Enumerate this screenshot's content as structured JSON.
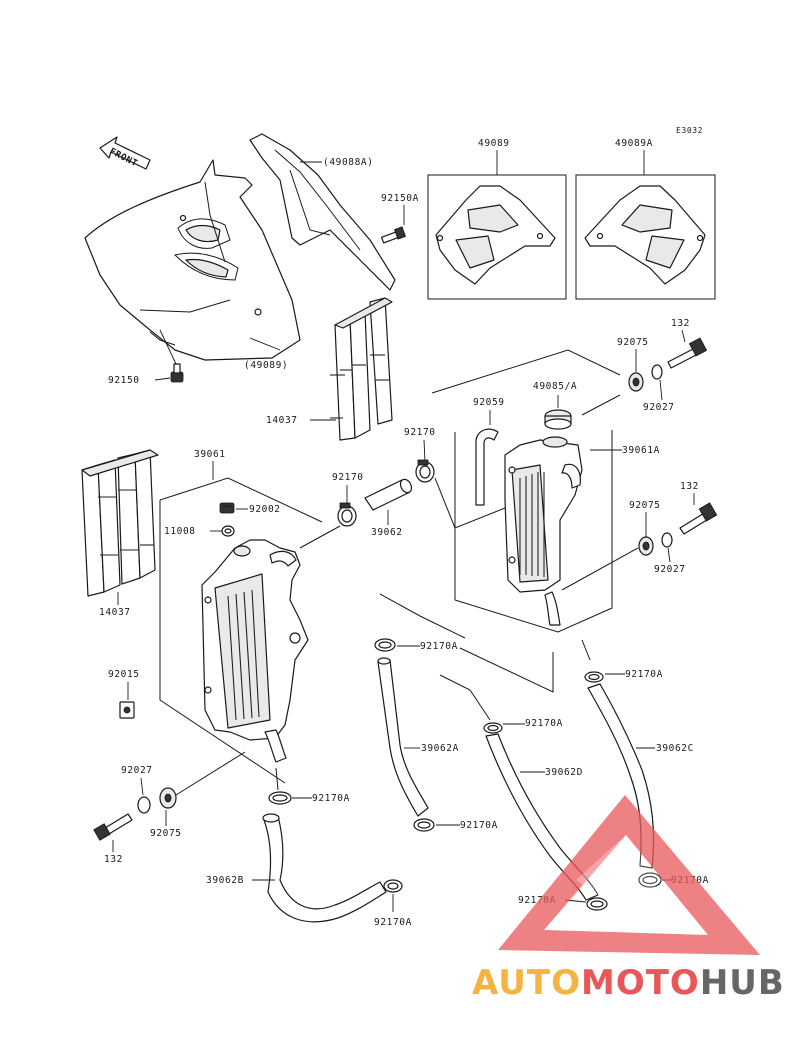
{
  "diagram_code": "E3032",
  "front_label": "FRONT",
  "labels": {
    "shroud_right_bracket": "(49088A)",
    "bolt_shroud": "92150A",
    "shroud_left_bracket": "(49089)",
    "screw_shroud": "92150",
    "guard_upper": "14037",
    "guard_lower": "14037",
    "box_left": "49089",
    "box_right": "49089A",
    "bolt_top_right": "132",
    "grommet_top_right": "92075",
    "collar_top_right": "92027",
    "cap_right": "49085/A",
    "breather_hose": "92059",
    "clamp_upper_mid": "92170",
    "radiator_right": "39061A",
    "radiator_left": "39061",
    "clamp_left_top": "92170",
    "cap_left": "92002",
    "gasket_left": "11008",
    "hose_short": "39062",
    "bolt_mid_right": "132",
    "grommet_mid_right": "92075",
    "collar_mid_right": "92027",
    "clip_nut": "92015",
    "clamp_a1": "92170A",
    "clamp_a2": "92170A",
    "clamp_a3": "92170A",
    "clamp_a4": "92170A",
    "clamp_a5": "92170A",
    "clamp_a6": "92170A",
    "clamp_a7": "92170A",
    "clamp_a8": "92170A",
    "hose_a": "39062A",
    "hose_b": "39062B",
    "hose_c": "39062C",
    "hose_d": "39062D",
    "collar_left": "92027",
    "grommet_left": "92075",
    "bolt_left": "132"
  },
  "watermark": {
    "part1": "AUTO",
    "part2": "MOTO",
    "part3": "HUB",
    "colors": {
      "orange": "#f5b441",
      "red": "#e8585a",
      "gray": "#666666"
    }
  }
}
